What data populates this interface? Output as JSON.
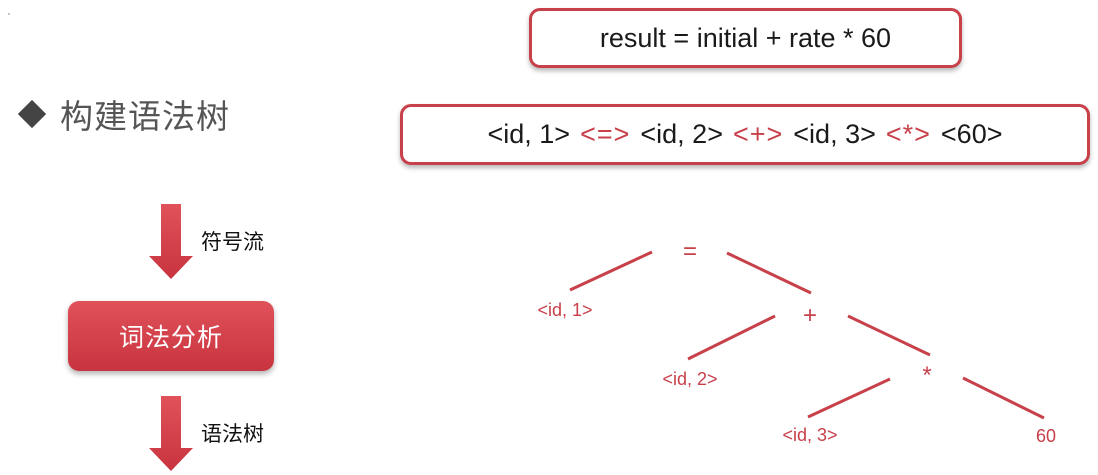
{
  "section": {
    "title": "构建语法树"
  },
  "expression": {
    "text": "result = initial + rate * 60"
  },
  "tokens": [
    {
      "text": "<id, 1>",
      "kind": "id"
    },
    {
      "text": "<=>",
      "kind": "op"
    },
    {
      "text": "<id, 2>",
      "kind": "id"
    },
    {
      "text": "<+>",
      "kind": "op"
    },
    {
      "text": "<id, 3>",
      "kind": "id"
    },
    {
      "text": "<*>",
      "kind": "op"
    },
    {
      "text": "<60>",
      "kind": "id"
    }
  ],
  "flow": {
    "top_arrow_label": "符号流",
    "stage_label": "词法分析",
    "bottom_arrow_label": "语法树"
  },
  "syntax_tree": {
    "nodes": {
      "assign": "=",
      "id1": "<id, 1>",
      "plus": "+",
      "id2": "<id, 2>",
      "times": "*",
      "id3": "<id, 3>",
      "num": "60"
    }
  },
  "colors": {
    "accent": "#c7404a",
    "button": "#d3414b",
    "text": "#1a1a1a",
    "title": "#555555"
  }
}
